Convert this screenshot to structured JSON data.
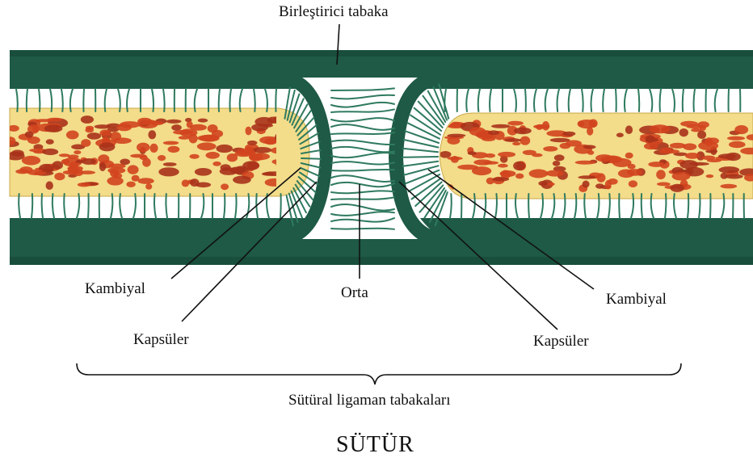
{
  "labels": {
    "top": "Birleştirici tabaka",
    "kambiyal_left": "Kambiyal",
    "kapsuler_left": "Kapsüler",
    "orta": "Orta",
    "kambiyal_right": "Kambiyal",
    "kapsuler_right": "Kapsüler",
    "brace": "Sütüral ligaman tabakaları",
    "title": "SÜTÜR"
  },
  "colors": {
    "membrane": "#1e5a45",
    "membrane_dark": "#134233",
    "fiber": "#2f7a5e",
    "bone_fill": "#f3dc8a",
    "marrow": "#d2441e",
    "marrow_dark": "#a8321a",
    "line": "#111111"
  }
}
